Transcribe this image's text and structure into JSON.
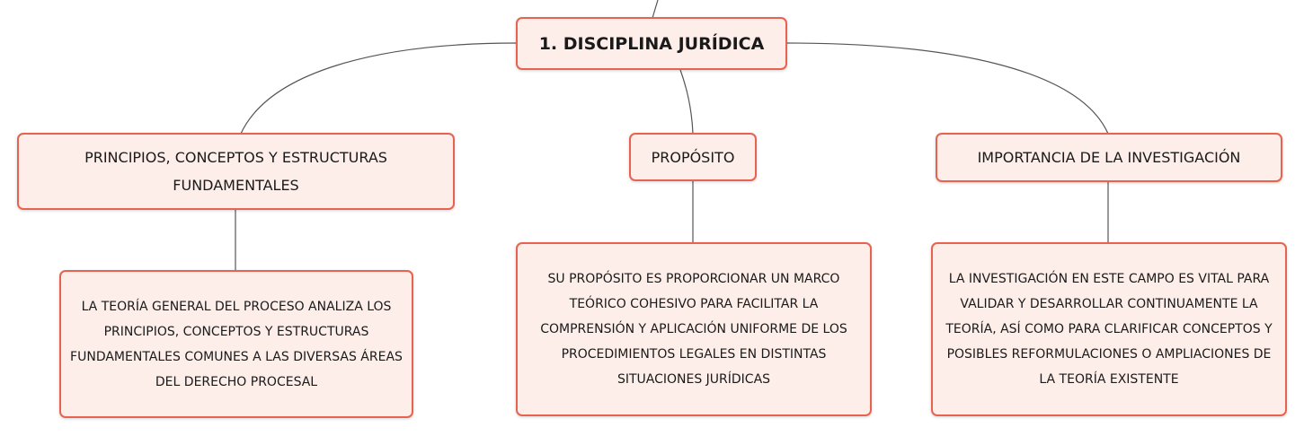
{
  "colors": {
    "node_border": "#e8634f",
    "node_fill": "#fdeee9",
    "connector": "#555555"
  },
  "root": {
    "label": "1. DISCIPLINA JURÍDICA"
  },
  "branches": [
    {
      "title": "PRINCIPIOS, CONCEPTOS Y ESTRUCTURAS FUNDAMENTALES",
      "detail": "LA TEORÍA GENERAL DEL PROCESO ANALIZA LOS PRINCIPIOS, CONCEPTOS Y ESTRUCTURAS FUNDAMENTALES COMUNES A LAS DIVERSAS ÁREAS DEL DERECHO PROCESAL"
    },
    {
      "title": "PROPÓSITO",
      "detail": "SU PROPÓSITO ES PROPORCIONAR UN MARCO TEÓRICO COHESIVO PARA FACILITAR LA COMPRENSIÓN Y APLICACIÓN UNIFORME DE LOS PROCEDIMIENTOS LEGALES EN DISTINTAS SITUACIONES JURÍDICAS"
    },
    {
      "title": "IMPORTANCIA DE LA INVESTIGACIÓN",
      "detail": "LA INVESTIGACIÓN EN ESTE CAMPO ES VITAL PARA VALIDAR Y DESARROLLAR CONTINUAMENTE LA TEORÍA, ASÍ COMO PARA CLARIFICAR CONCEPTOS Y POSIBLES REFORMULACIONES O AMPLIACIONES DE LA TEORÍA EXISTENTE"
    }
  ]
}
